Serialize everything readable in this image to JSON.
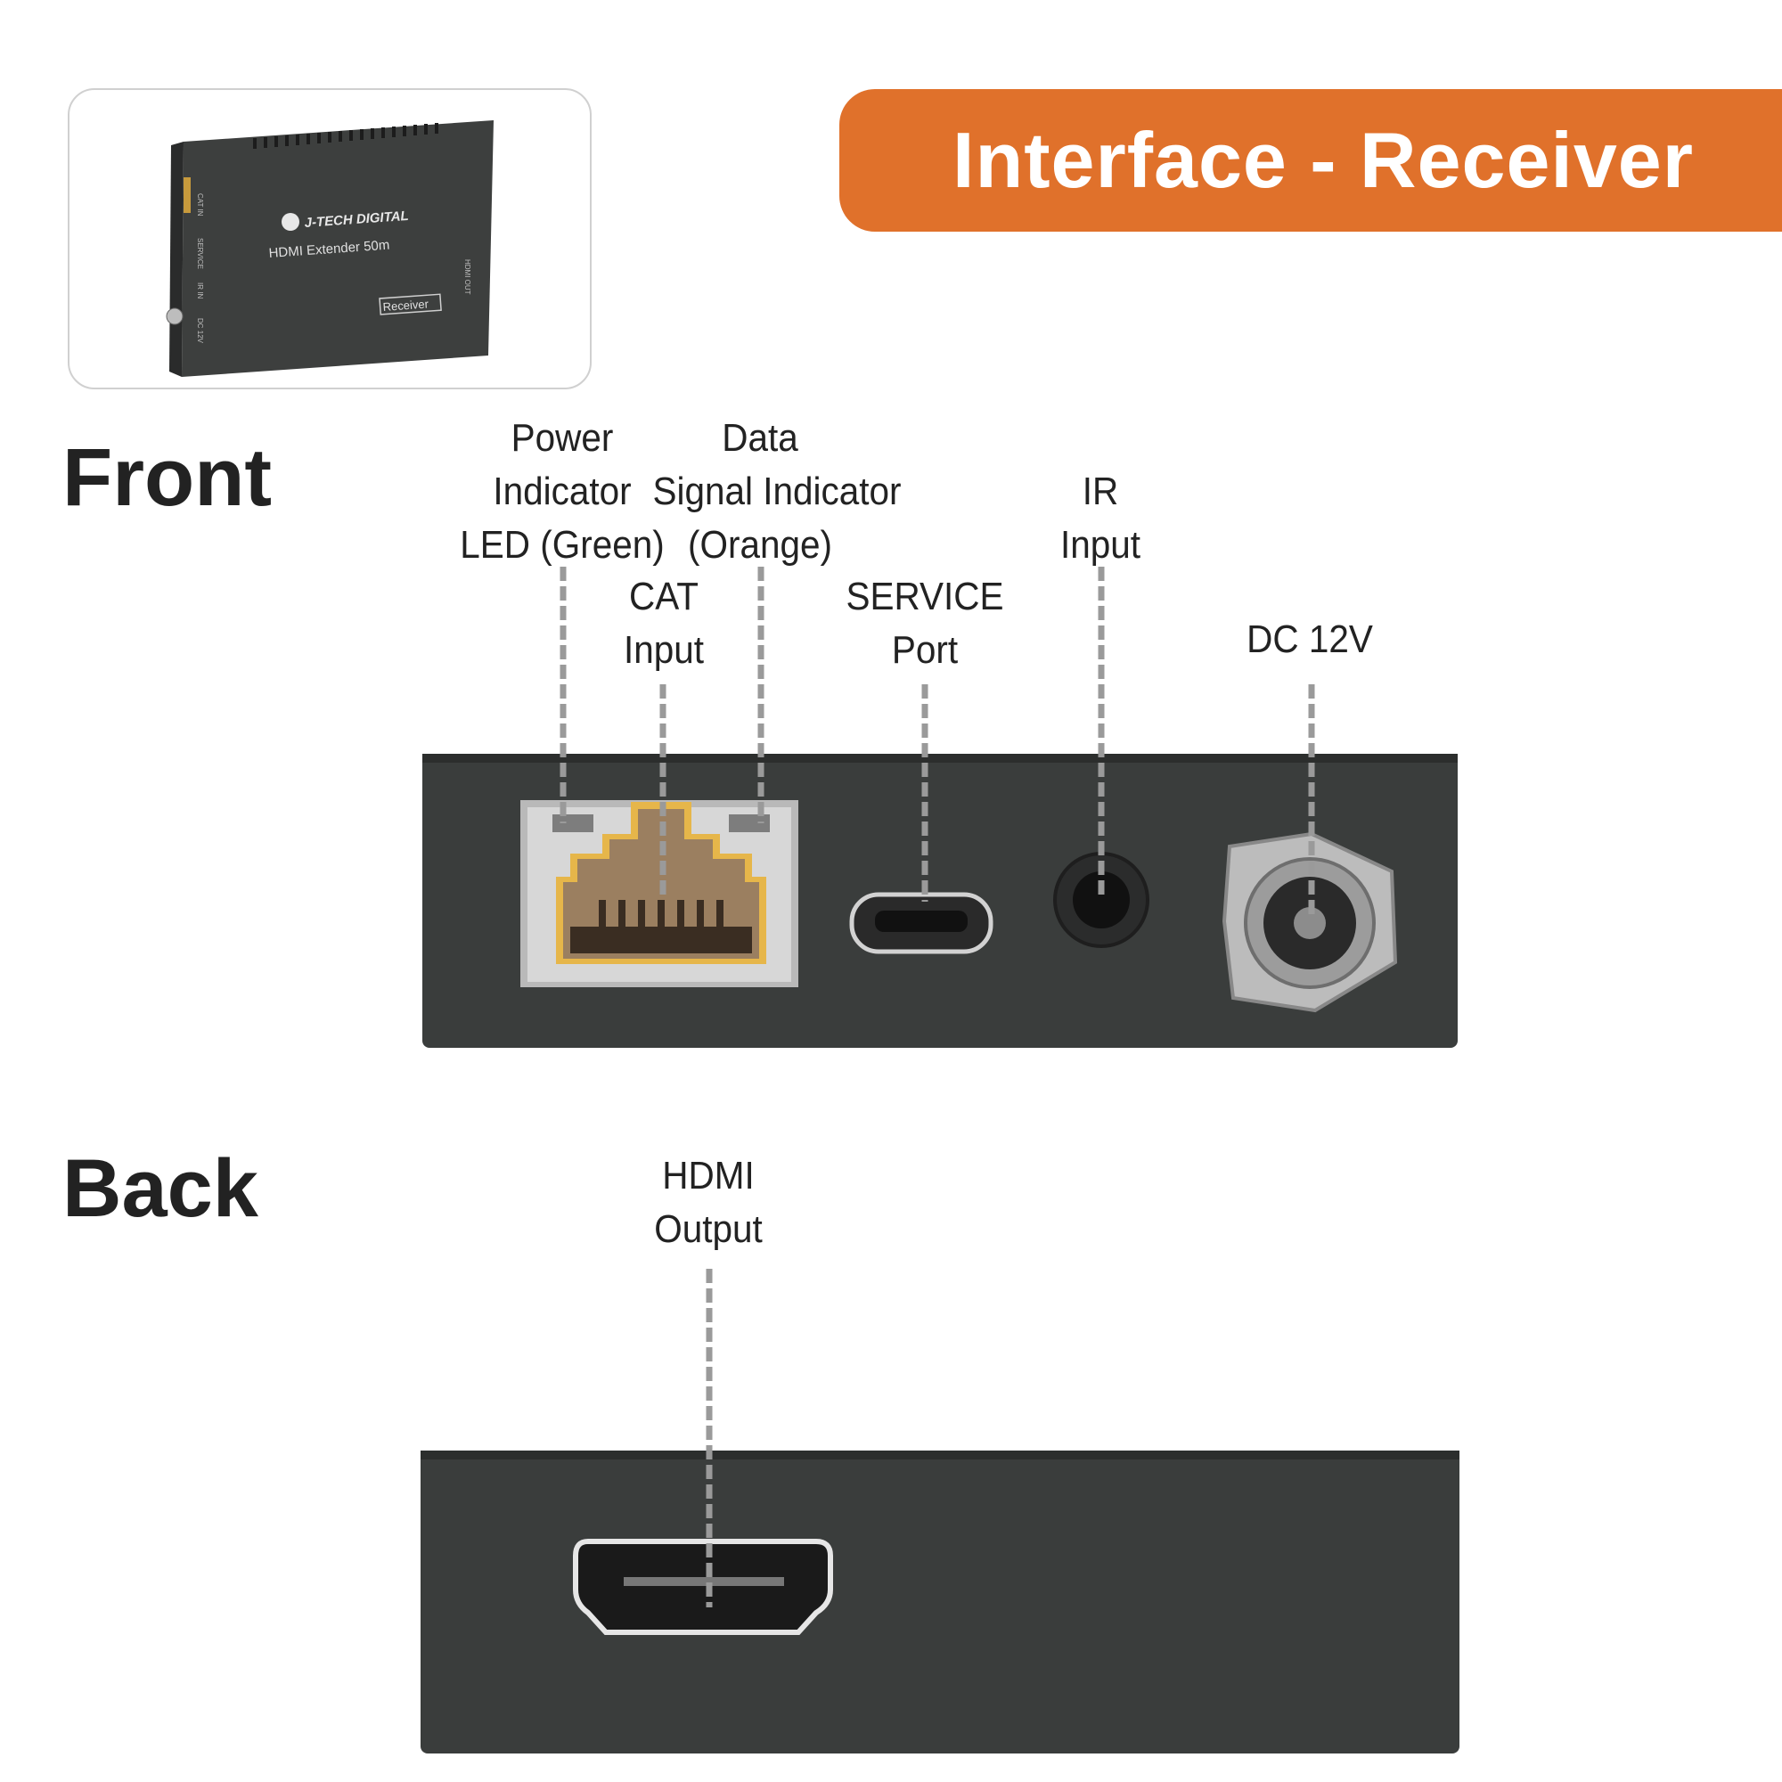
{
  "banner": {
    "title": "Interface - Receiver"
  },
  "thumbnail": {
    "brand": "J-TECH DIGITAL",
    "product": "HDMI Extender 50m",
    "badge": "Receiver",
    "side_labels": [
      "CAT IN",
      "SERVICE",
      "IR IN",
      "DC 12V"
    ],
    "out_label": "HDMI OUT"
  },
  "sections": {
    "front": "Front",
    "back": "Back"
  },
  "callouts": {
    "power": "Power\nIndicator\nLED (Green)",
    "data": "Data\nSignal Indicator\n(Orange)",
    "cat": "CAT\nInput",
    "service": "SERVICE\nPort",
    "ir": "IR\nInput",
    "dc": "DC 12V",
    "hdmi": "HDMI\nOutput"
  },
  "colors": {
    "accent": "#e0712b",
    "panel": "#3a3d3c",
    "leader": "#9a9a9a",
    "rj45_yellow": "#e6b64a",
    "rj45_brown": "#9b7f60"
  }
}
